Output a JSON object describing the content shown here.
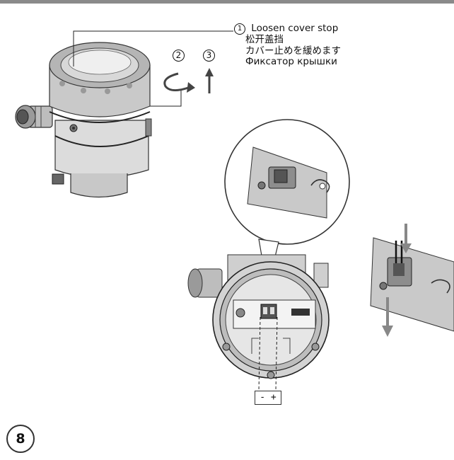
{
  "callout": {
    "marker": "1",
    "lines": [
      "Loosen cover stop",
      "松开盖挡",
      "カバー止めを緩めます",
      "Фиксатор крышки"
    ]
  },
  "steps": {
    "rotate_marker": "2",
    "lift_marker": "3"
  },
  "terminal": {
    "label": "- +"
  },
  "figure": {
    "number": "8"
  }
}
